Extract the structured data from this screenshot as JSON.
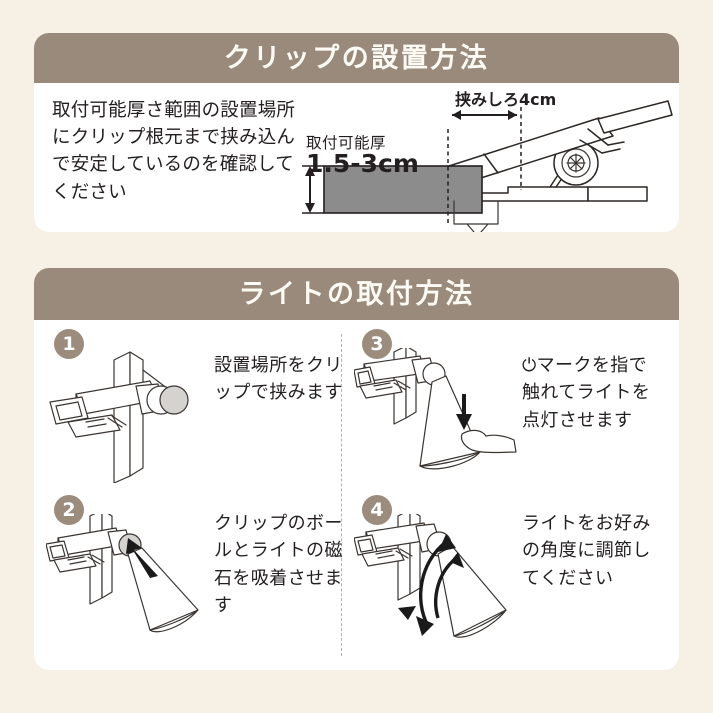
{
  "background_color": "#f7f0e4",
  "accent_color": "#998a7b",
  "card_color": "#ffffff",
  "text_color": "#231f20",
  "sections": {
    "clip": {
      "title": "クリップの設置方法",
      "note": "取付可能厚さ範囲の設置場所にクリップ根元まで挟み込んで安定しているのを確認してください",
      "diagram": {
        "grip_label": "挟みしろ4cm",
        "thickness_label_top": "取付可能厚",
        "thickness_label_value": "1.5-3cm"
      }
    },
    "light": {
      "title": "ライトの取付方法",
      "steps": [
        {
          "number": "1",
          "text": "設置場所をクリップで挟みます"
        },
        {
          "number": "2",
          "text": "クリップのボールとライトの磁石を吸着させます"
        },
        {
          "number": "3",
          "text": "⏻マークを指で触れてライトを点灯させます"
        },
        {
          "number": "4",
          "text": "ライトをお好みの角度に調節してください"
        }
      ]
    }
  }
}
